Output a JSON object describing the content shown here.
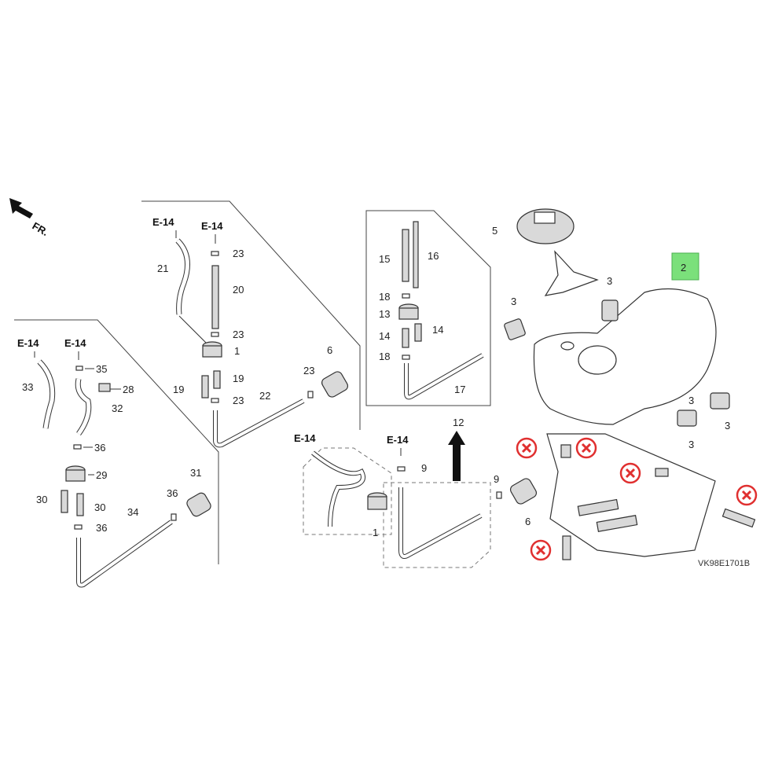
{
  "diagram": {
    "direction_label": "FR.",
    "figure_code": "VK98E1701B",
    "refs": {
      "e14": "E-14"
    },
    "parts": {
      "p1": "1",
      "p2": "2",
      "p3": "3",
      "p5": "5",
      "p6": "6",
      "p9": "9",
      "p12": "12",
      "p13": "13",
      "p14": "14",
      "p15": "15",
      "p16": "16",
      "p17": "17",
      "p18": "18",
      "p19": "19",
      "p20": "20",
      "p21": "21",
      "p22": "22",
      "p23": "23",
      "p28": "28",
      "p29": "29",
      "p30": "30",
      "p31": "31",
      "p32": "32",
      "p33": "33",
      "p34": "34",
      "p35": "35",
      "p36": "36"
    },
    "highlight_color": "#7be07b",
    "remove_mark_color": "#e03030"
  }
}
